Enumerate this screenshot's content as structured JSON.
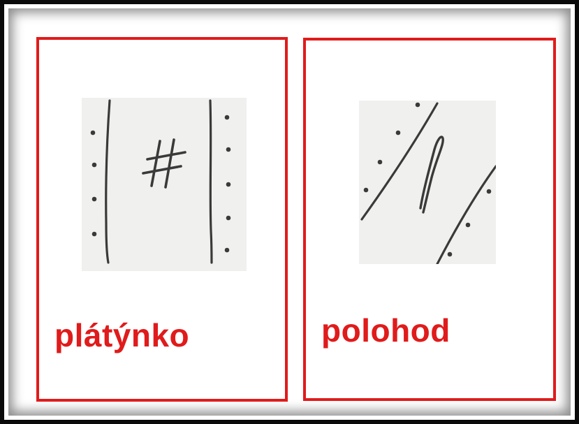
{
  "colors": {
    "frame_border": "#0a0a0a",
    "card_border": "#e01b1b",
    "caption_text": "#e01b1b",
    "sketch_background": "#f0f0ee",
    "ink": "#3a3a3a"
  },
  "cards": [
    {
      "caption": "plátýnko",
      "symbol": "#",
      "sketch": "vertical-lines-with-dots"
    },
    {
      "caption": "polohod",
      "symbol": "1",
      "sketch": "diagonal-lines-with-dots"
    }
  ]
}
